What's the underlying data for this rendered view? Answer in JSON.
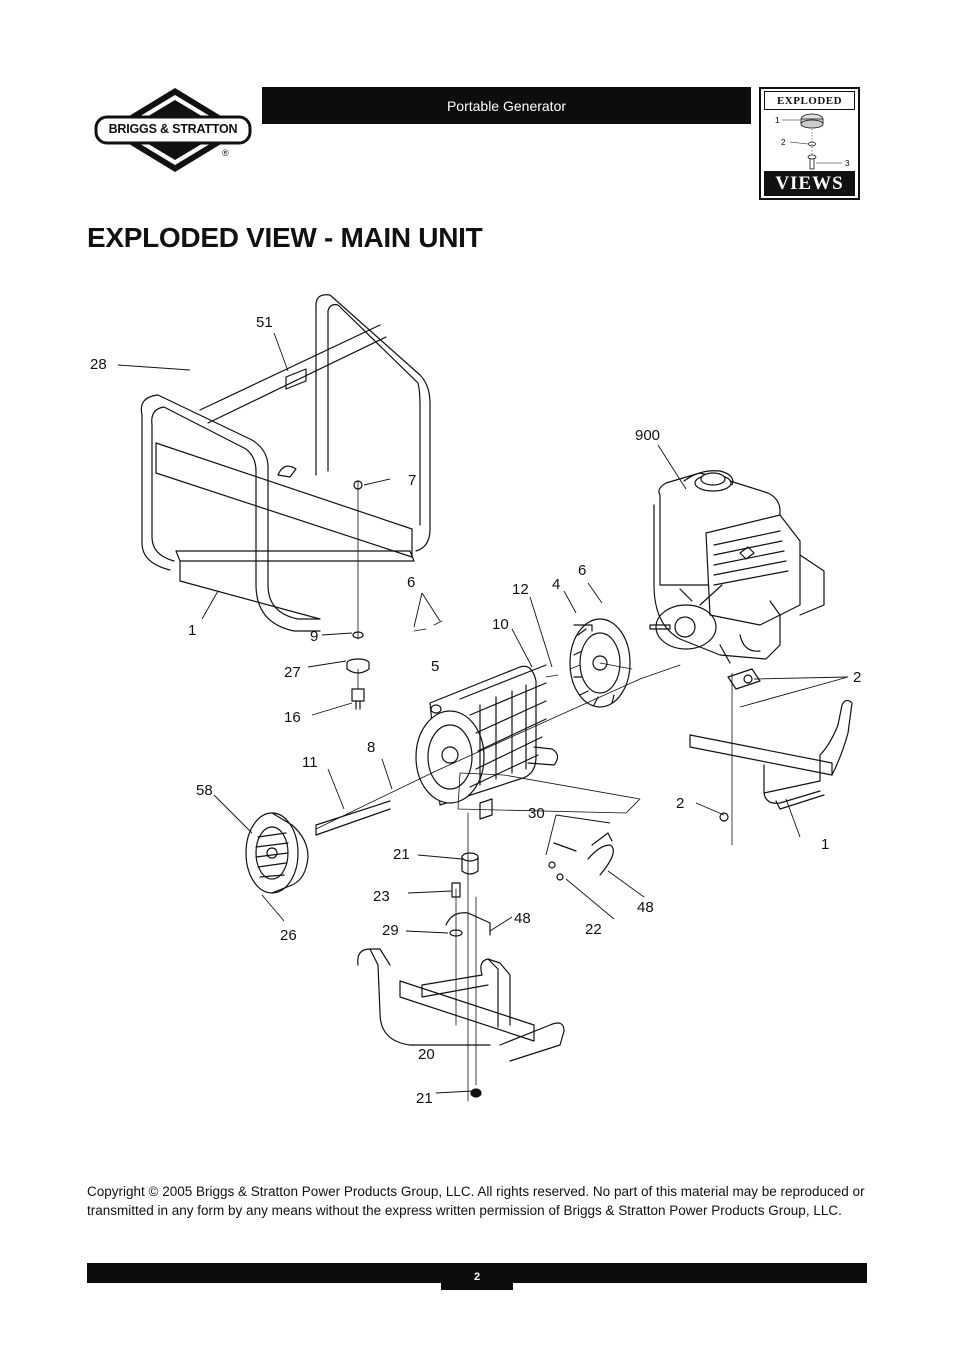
{
  "brand": {
    "logo_text": "BRIGGS & STRATTON",
    "registered_mark": "®"
  },
  "header": {
    "title": "Portable Generator"
  },
  "badge": {
    "top_text": "EXPLODED",
    "bottom_text": "VIEWS",
    "callouts": [
      "1",
      "2",
      "3"
    ]
  },
  "page_title": "EXPLODED VIEW - MAIN UNIT",
  "callouts": {
    "c28": "28",
    "c51": "51",
    "c7": "7",
    "c900": "900",
    "c1_frame": "1",
    "c6_left": "6",
    "c12": "12",
    "c4": "4",
    "c6_right": "6",
    "c9": "9",
    "c10": "10",
    "c27": "27",
    "c5": "5",
    "c2_mount": "2",
    "c16": "16",
    "c11": "11",
    "c8": "8",
    "c58": "58",
    "c2_foot": "2",
    "c30": "30",
    "c1_handle": "1",
    "c21_top": "21",
    "c23": "23",
    "c48_left": "48",
    "c29": "29",
    "c22": "22",
    "c48_right": "48",
    "c26": "26",
    "c20": "20",
    "c21_bottom": "21"
  },
  "footer": {
    "copyright": "Copyright © 2005 Briggs & Stratton Power Products Group, LLC.  All rights reserved.  No part of this material may be reproduced or transmitted in any form by any means without the express written permission of Briggs & Stratton Power Products Group, LLC.",
    "page_number": "2"
  }
}
